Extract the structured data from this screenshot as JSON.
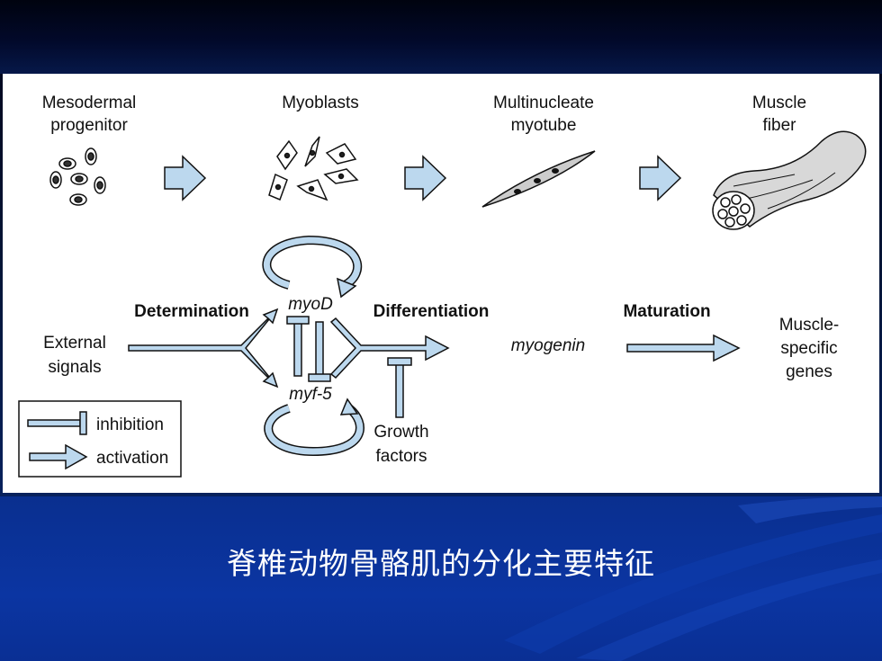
{
  "diagram": {
    "stages": [
      {
        "line1": "Mesodermal",
        "line2": "progenitor"
      },
      {
        "line1": "Myoblasts",
        "line2": ""
      },
      {
        "line1": "Multinucleate",
        "line2": "myotube"
      },
      {
        "line1": "Muscle",
        "line2": "fiber"
      }
    ],
    "process": {
      "determination": "Determination",
      "differentiation": "Differentiation",
      "maturation": "Maturation"
    },
    "genes": {
      "myod": "myoD",
      "myf5": "myf-5",
      "myogenin": "myogenin"
    },
    "inputs": {
      "external_line1": "External",
      "external_line2": "signals",
      "growth_line1": "Growth",
      "growth_line2": "factors"
    },
    "output": {
      "line1": "Muscle-",
      "line2": "specific",
      "line3": "genes"
    },
    "legend": {
      "inhibition": "inhibition",
      "activation": "activation"
    },
    "colors": {
      "arrow_fill": "#bcd8ee",
      "stroke": "#111111"
    }
  },
  "caption": "脊椎动物骨骼肌的分化主要特征"
}
